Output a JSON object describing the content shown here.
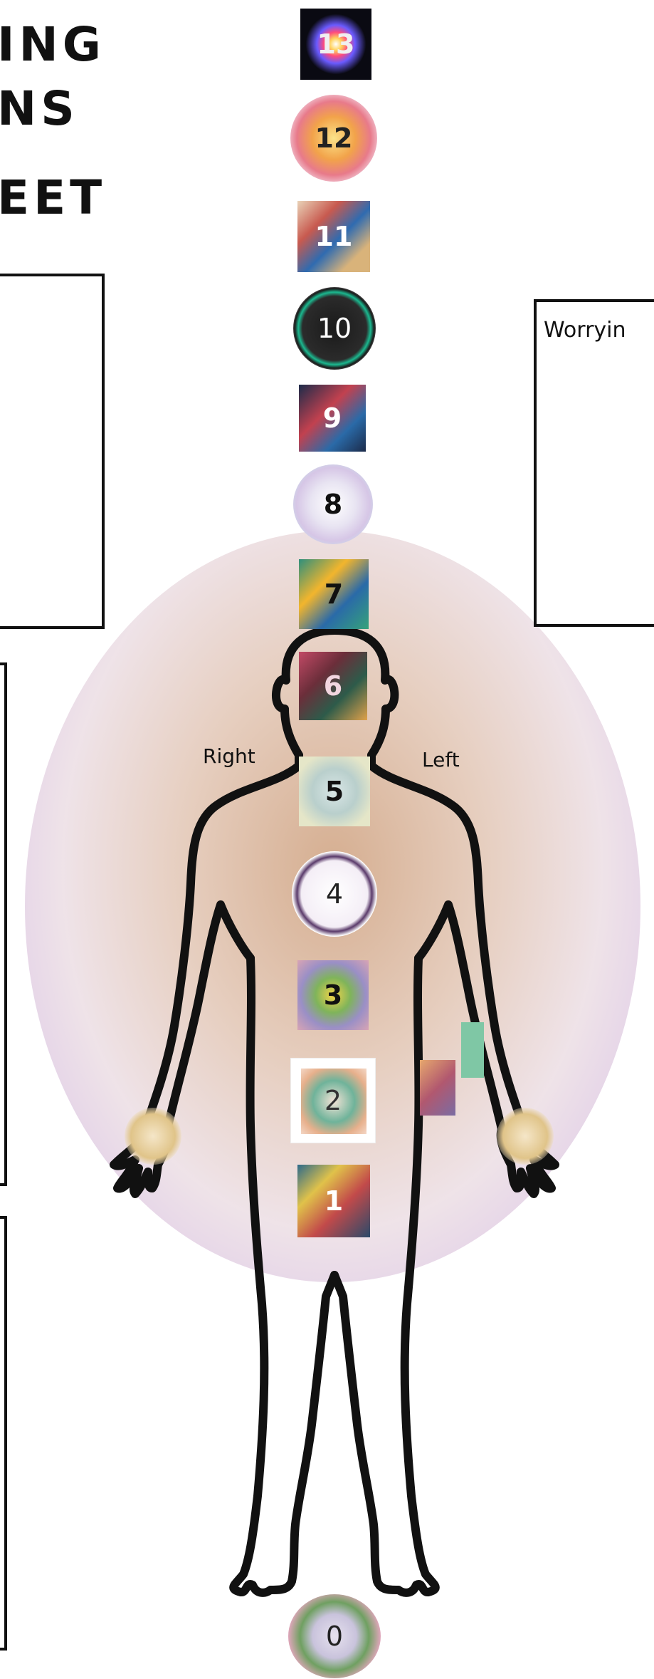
{
  "title": {
    "line1": "ING",
    "line2": "NS",
    "line3": "EET"
  },
  "labels": {
    "right": "Right",
    "left": "Left",
    "worry_box": "Worryin"
  },
  "chakras": [
    {
      "number": "13",
      "name": "rainbow-burst-tile"
    },
    {
      "number": "12",
      "name": "flower-mandala-tile"
    },
    {
      "number": "11",
      "name": "serpent-leaf-tile"
    },
    {
      "number": "10",
      "name": "star-mandala-tile"
    },
    {
      "number": "9",
      "name": "serpent-night-tile"
    },
    {
      "number": "8",
      "name": "hexagon-flower-tile"
    },
    {
      "number": "7",
      "name": "golden-serpent-tile"
    },
    {
      "number": "6",
      "name": "pattern-tile"
    },
    {
      "number": "5",
      "name": "portal-tile"
    },
    {
      "number": "4",
      "name": "seed-of-life-tile"
    },
    {
      "number": "3",
      "name": "spiral-tile"
    },
    {
      "number": "2",
      "name": "dragons-tile"
    },
    {
      "number": "1",
      "name": "root-serpent-tile"
    },
    {
      "number": "0",
      "name": "flower-wreath-tile"
    }
  ],
  "colors": {
    "outline": "#111111",
    "aura_inner": "#cfa07d",
    "aura_outer": "#d7bee1"
  }
}
